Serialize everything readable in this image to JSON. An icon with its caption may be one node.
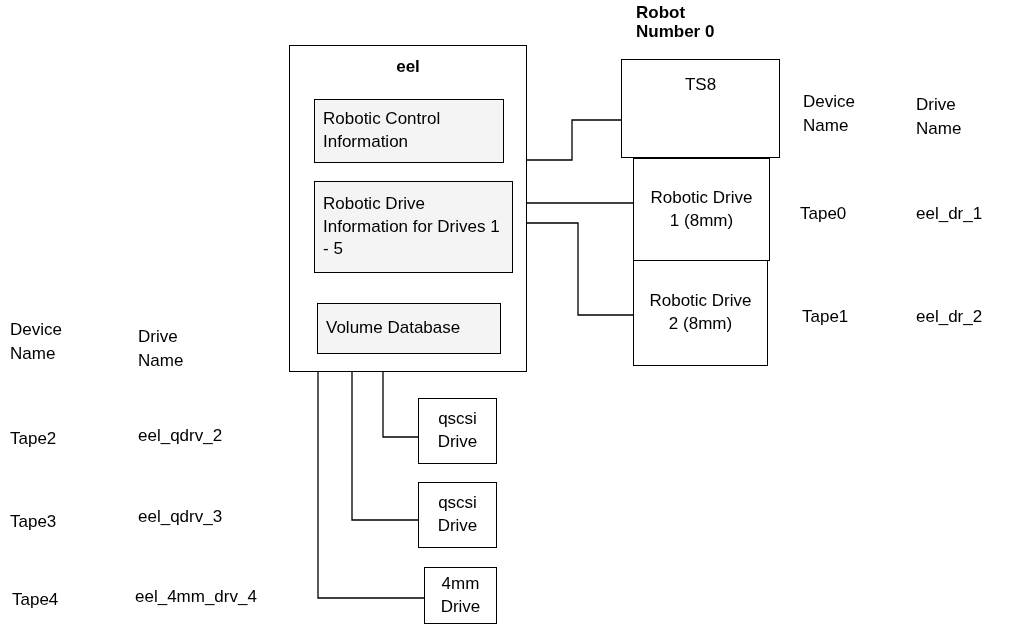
{
  "diagram": {
    "nodes": [
      {
        "text": [
          "eel"
        ]
      },
      {
        "text": [
          "Robotic Control Information"
        ],
        "in": 0
      },
      {
        "text": [
          "Robotic Drive Information for Drives 1 - 5"
        ],
        "in": 0
      },
      {
        "text": [
          "Volume Database"
        ],
        "in": 0
      },
      {
        "text": [
          "Robot Number 0",
          "TS8"
        ]
      },
      {
        "text": [
          "Robotic Drive 1 (8mm)"
        ]
      },
      {
        "text": [
          "Robotic Drive 2 (8mm)"
        ]
      },
      {
        "text": [
          "qscsi Drive"
        ]
      },
      {
        "text": [
          "qscsi Drive"
        ]
      },
      {
        "text": [
          "4mm Drive"
        ]
      }
    ],
    "edges": [
      {
        "from": 0,
        "to": 4,
        "arrow": "none"
      },
      {
        "from": 0,
        "to": 5,
        "arrow": "none"
      },
      {
        "from": 0,
        "to": 6,
        "arrow": "none"
      },
      {
        "from": 0,
        "to": 7,
        "arrow": "none"
      },
      {
        "from": 0,
        "to": 8,
        "arrow": "none"
      },
      {
        "from": 0,
        "to": 9,
        "arrow": "none"
      }
    ],
    "labels": [
      "Device Name",
      "Drive Name",
      "Tape0",
      "eel_dr_1",
      "Tape1",
      "eel_dr_2",
      "Device Name",
      "Drive Name",
      "Tape2",
      "eel_qdrv_2",
      "Tape3",
      "eel_qdrv_3",
      "Tape4",
      "eel_4mm_drv_4"
    ]
  }
}
